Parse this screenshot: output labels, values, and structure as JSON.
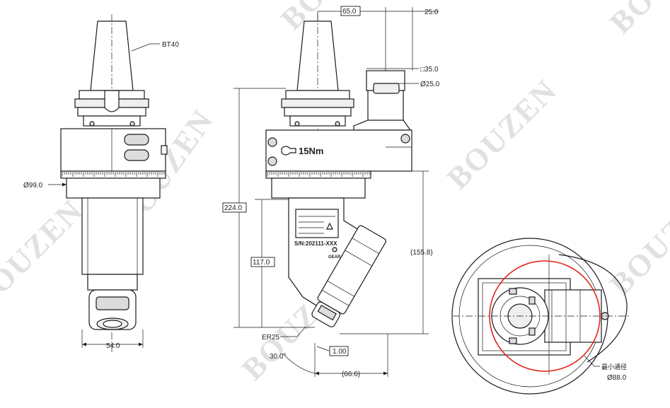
{
  "watermark": "BOUZEN",
  "front_view": {
    "taper_label": "BT40",
    "body_diameter": "Ø99.0",
    "nose_width": "54.0"
  },
  "side_view": {
    "top_offset": "65.0",
    "top_right_offset": "25.0",
    "square_size": "□35.0",
    "shaft_diameter": "Ø25.0",
    "torque_label": "15Nm",
    "overall_height": "224.0",
    "lower_height": "117.0",
    "side_height": "(155.8)",
    "collet_label": "ER25",
    "angle": "30.0°",
    "tip_offset": "1.00",
    "horizontal_offset": "(66.6)",
    "serial_number": "S/N:202111-XXX",
    "oil_label": "GEAR OIL"
  },
  "bottom_view": {
    "min_clearance_label": "最小通径",
    "clearance_diameter": "Ø88.0"
  }
}
